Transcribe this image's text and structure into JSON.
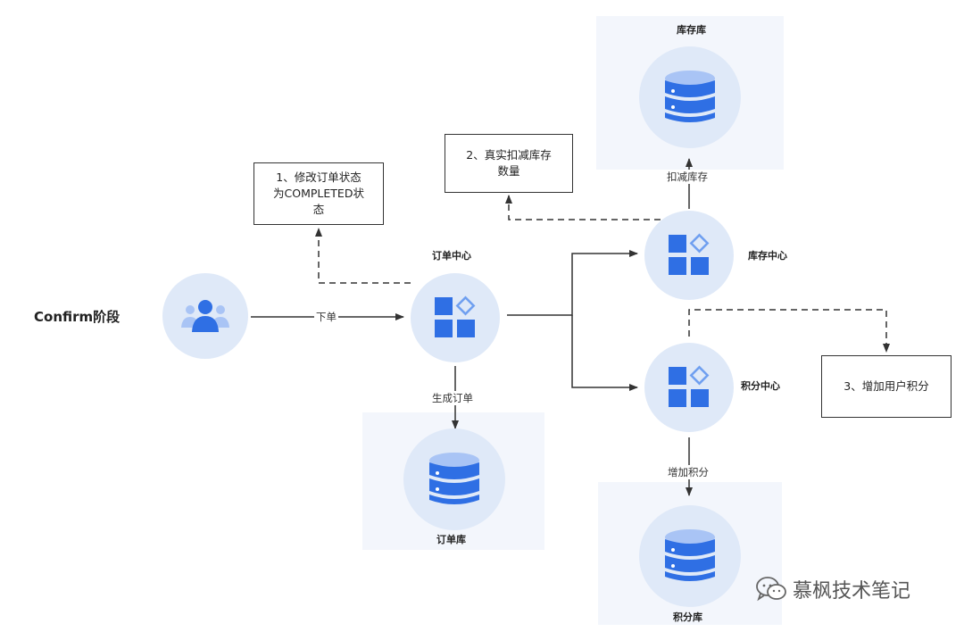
{
  "stage_label": "Confirm阶段",
  "nodes": {
    "order_center": "订单中心",
    "stock_center": "库存中心",
    "points_center": "积分中心"
  },
  "databases": {
    "order_db": "订单库",
    "stock_db": "库存库",
    "points_db": "积分库"
  },
  "edges": {
    "place_order": "下单",
    "create_order": "生成订单",
    "deduct_stock": "扣减库存",
    "add_points": "增加积分"
  },
  "notes": {
    "note1_line1": "1、修改订单状态",
    "note1_line2": "为COMPLETED状",
    "note1_line3": "态",
    "note2_line1": "2、真实扣减库存",
    "note2_line2": "数量",
    "note3": "3、增加用户积分"
  },
  "watermark": "慕枫技术笔记",
  "colors": {
    "accent": "#2f6fe4",
    "light_accent": "#a9c4f5",
    "circle_bg": "#dfe9f8",
    "panel_bg": "#f3f6fc"
  }
}
